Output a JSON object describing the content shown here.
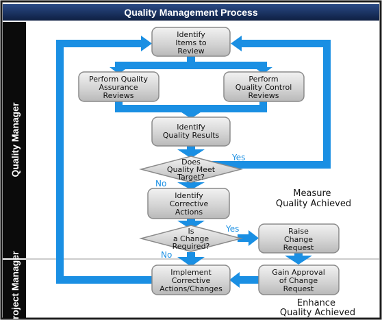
{
  "title": "Quality Management Process",
  "lanes": {
    "quality_manager": "Quality Manager",
    "project_manager": "Project Manager"
  },
  "nodes": {
    "identify_items": [
      "Identify",
      "Items to",
      "Review"
    ],
    "qa_reviews": [
      "Perform Quality",
      "Assurance",
      "Reviews"
    ],
    "qc_reviews": [
      "Perform",
      "Quality Control",
      "Reviews"
    ],
    "identify_results": [
      "Identify",
      "Quality Results"
    ],
    "quality_target": [
      "Does",
      "Quality Meet",
      "Target?"
    ],
    "corrective_actions": [
      "Identify",
      "Corrective",
      "Actions"
    ],
    "change_required": [
      "Is",
      "a Change",
      "Required?"
    ],
    "raise_change": [
      "Raise",
      "Change",
      "Request"
    ],
    "implement": [
      "Implement",
      "Corrective",
      "Actions/Changes"
    ],
    "gain_approval": [
      "Gain Approval",
      "of Change",
      "Request"
    ]
  },
  "labels": {
    "yes_target": "Yes",
    "no_target": "No",
    "yes_change": "Yes",
    "no_change": "No"
  },
  "annotations": {
    "measure": [
      "Measure",
      "Quality Achieved"
    ],
    "enhance": [
      "Enhance",
      "Quality Achieved"
    ]
  },
  "colors": {
    "header": "#12274e",
    "lane_bar": "#0b0b0b",
    "arrow": "#1a8fe3",
    "node_fill": "#d6d6d6",
    "node_stroke": "#8a8a8a",
    "label": "#1a8fe3"
  }
}
